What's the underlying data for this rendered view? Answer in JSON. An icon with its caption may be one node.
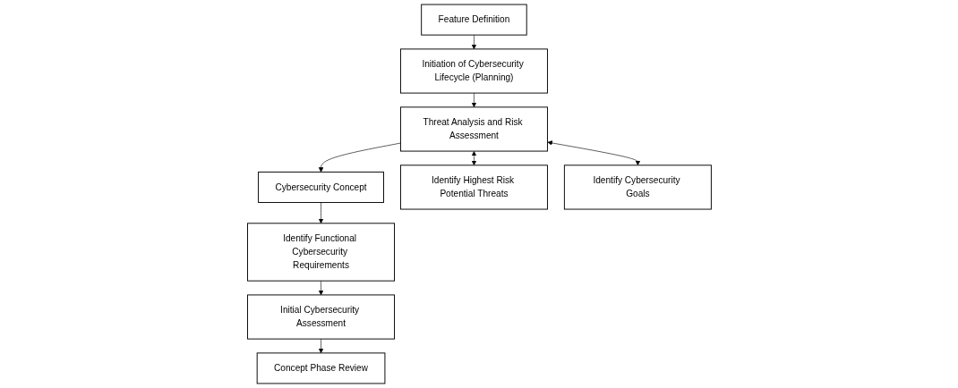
{
  "diagram": {
    "nodes": [
      {
        "text": [
          "Feature Definition"
        ]
      },
      {
        "text": [
          "Initiation of Cybersecurity Lifecycle (Planning)"
        ]
      },
      {
        "text": [
          "Threat Analysis and Risk Assessment"
        ]
      },
      {
        "text": [
          "Cybersecurity Concept"
        ]
      },
      {
        "text": [
          "Identify Functional Cybersecurity Requirements"
        ]
      },
      {
        "text": [
          "Initial Cybersecurity Assessment"
        ]
      },
      {
        "text": [
          "Concept Phase Review"
        ]
      },
      {
        "text": [
          "Identify Highest Risk Potential Threats"
        ]
      },
      {
        "text": [
          "Identify Cybersecurity Goals"
        ]
      }
    ],
    "edges": [
      {
        "from": 0,
        "to": 1,
        "arrow": "to"
      },
      {
        "from": 1,
        "to": 2,
        "arrow": "to"
      },
      {
        "from": 2,
        "to": 3,
        "arrow": "to"
      },
      {
        "from": 3,
        "to": 4,
        "arrow": "to"
      },
      {
        "from": 4,
        "to": 5,
        "arrow": "to"
      },
      {
        "from": 5,
        "to": 6,
        "arrow": "to"
      },
      {
        "from": 2,
        "to": 7,
        "arrow": "both"
      },
      {
        "from": 2,
        "to": 8,
        "arrow": "both"
      }
    ]
  }
}
